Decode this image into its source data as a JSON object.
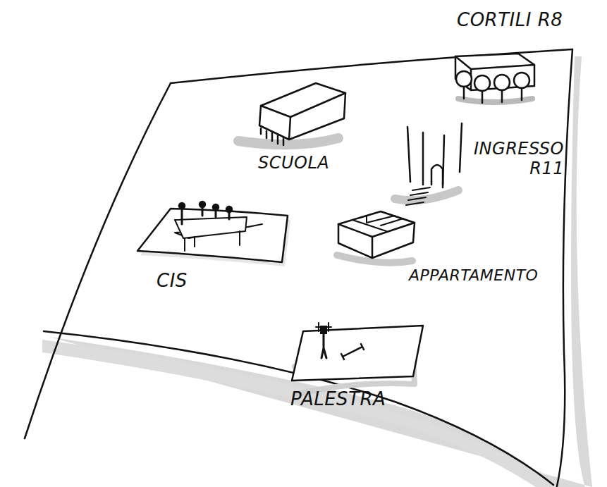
{
  "diagram": {
    "labels": [
      "CORTILI R8",
      "SCUOLA",
      "INGRESSO R11",
      "CIS",
      "APPARTAMENTO",
      "PALESTRA"
    ]
  }
}
